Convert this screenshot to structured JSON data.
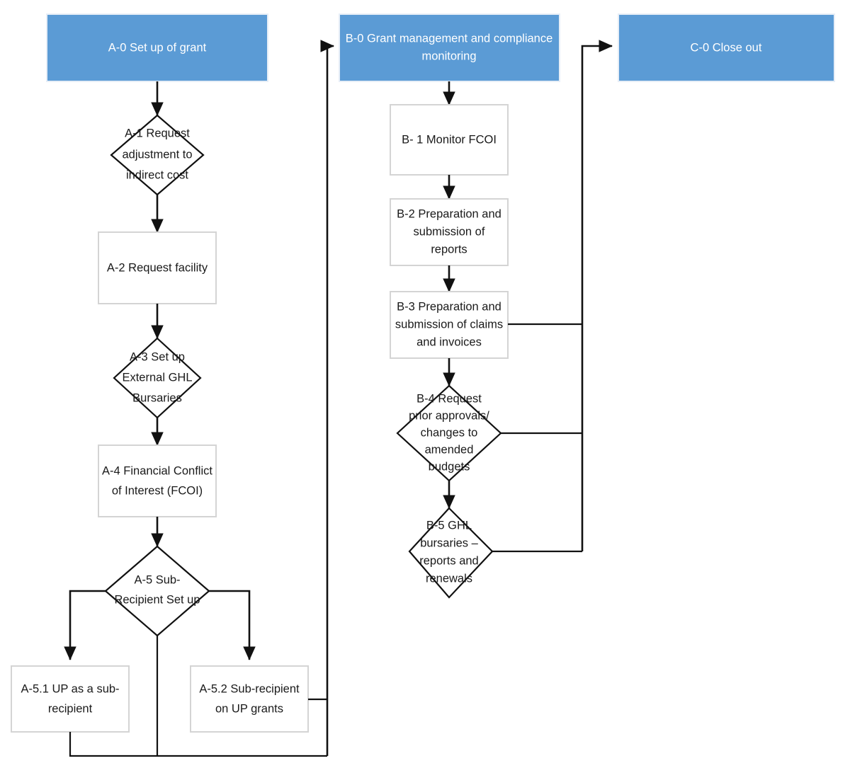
{
  "diagram": {
    "title": "Grant lifecycle process flowchart",
    "colors": {
      "phase_fill": "#5B9BD5",
      "phase_text": "#FFFFFF",
      "process_fill": "#FFFFFF",
      "process_border": "#D4D4D4",
      "decision_border": "#111111",
      "connector": "#111111",
      "background": "#FFFFFF"
    },
    "phases": [
      {
        "id": "A-0",
        "label": "A-0 Set up of grant"
      },
      {
        "id": "B-0",
        "label_line1": "B-0 Grant management and compliance",
        "label_line2": "monitoring"
      },
      {
        "id": "C-0",
        "label": "C-0 Close out"
      }
    ],
    "nodes_a": [
      {
        "id": "A-1",
        "shape": "decision",
        "lines": [
          "A-1 Request",
          "adjustment to",
          "indirect cost"
        ]
      },
      {
        "id": "A-2",
        "shape": "process",
        "lines": [
          "A-2 Request facility"
        ]
      },
      {
        "id": "A-3",
        "shape": "decision",
        "lines": [
          "A-3 Set up",
          "External GHL",
          "Bursaries"
        ]
      },
      {
        "id": "A-4",
        "shape": "process",
        "lines": [
          "A-4 Financial Conflict",
          "of Interest (FCOI)"
        ]
      },
      {
        "id": "A-5",
        "shape": "decision",
        "lines": [
          "A-5 Sub-",
          "Recipient Set up"
        ]
      },
      {
        "id": "A-5.1",
        "shape": "process",
        "lines": [
          "A-5.1 UP as a sub-",
          "recipient"
        ]
      },
      {
        "id": "A-5.2",
        "shape": "process",
        "lines": [
          "A-5.2 Sub-recipient",
          "on UP grants"
        ]
      }
    ],
    "nodes_b": [
      {
        "id": "B-1",
        "shape": "process",
        "lines": [
          "B- 1 Monitor FCOI"
        ]
      },
      {
        "id": "B-2",
        "shape": "process",
        "lines": [
          "B-2 Preparation and",
          "submission of",
          "reports"
        ]
      },
      {
        "id": "B-3",
        "shape": "process",
        "lines": [
          "B-3 Preparation and",
          "submission of claims",
          "and invoices"
        ]
      },
      {
        "id": "B-4",
        "shape": "decision",
        "lines": [
          "B-4 Request",
          "prior approvals/",
          "changes to",
          "amended",
          "budgets"
        ]
      },
      {
        "id": "B-5",
        "shape": "decision",
        "lines": [
          "B-5 GHL",
          "bursaries –",
          "reports and",
          "renewals"
        ]
      }
    ],
    "connections": [
      {
        "from": "A-0",
        "to": "A-1"
      },
      {
        "from": "A-1",
        "to": "A-2"
      },
      {
        "from": "A-2",
        "to": "A-3"
      },
      {
        "from": "A-3",
        "to": "A-4"
      },
      {
        "from": "A-4",
        "to": "A-5"
      },
      {
        "from": "A-5",
        "to": "A-5.1"
      },
      {
        "from": "A-5",
        "to": "A-5.2"
      },
      {
        "from": "A-5.1",
        "to": "B-0"
      },
      {
        "from": "A-5.2",
        "to": "B-0"
      },
      {
        "from": "A-5",
        "to": "B-0"
      },
      {
        "from": "B-0",
        "to": "B-1"
      },
      {
        "from": "B-1",
        "to": "B-2"
      },
      {
        "from": "B-2",
        "to": "B-3"
      },
      {
        "from": "B-3",
        "to": "B-4"
      },
      {
        "from": "B-3",
        "to": "C-0"
      },
      {
        "from": "B-4",
        "to": "B-5"
      },
      {
        "from": "B-4",
        "to": "C-0"
      },
      {
        "from": "B-5",
        "to": "C-0"
      }
    ]
  }
}
